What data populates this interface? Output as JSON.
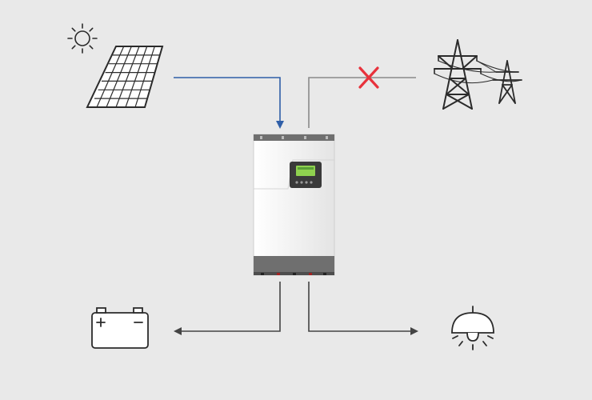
{
  "diagram": {
    "kind": "off-grid solar inverter energy flow",
    "nodes": [
      {
        "id": "sun",
        "icon": "sun-icon"
      },
      {
        "id": "solar_panel",
        "icon": "solar-panel-icon"
      },
      {
        "id": "power_grid",
        "icon": "power-tower-icon"
      },
      {
        "id": "inverter",
        "icon": "inverter-icon"
      },
      {
        "id": "battery",
        "icon": "battery-icon"
      },
      {
        "id": "load",
        "icon": "ceiling-lamp-icon"
      }
    ],
    "connections": [
      {
        "id": "solar-to-inverter",
        "from": "solar_panel",
        "to": "inverter",
        "active": true
      },
      {
        "id": "grid-to-inverter",
        "from": "power_grid",
        "to": "inverter",
        "active": false,
        "status_icon": "cross-icon"
      },
      {
        "id": "inverter-to-battery",
        "from": "inverter",
        "to": "battery",
        "active": true
      },
      {
        "id": "inverter-to-load",
        "from": "inverter",
        "to": "load",
        "active": true
      }
    ]
  },
  "colors": {
    "background": "#e9e9e9",
    "solar_line": "#2f5fa8",
    "grid_line": "#8a8a8a",
    "output_line": "#444444",
    "blocked_mark": "#e8323c",
    "icon_stroke": "#2b2b2b",
    "inverter_body": "#f6f6f6",
    "inverter_trim": "#6f6f6f",
    "lcd_screen": "#8fd14f"
  }
}
